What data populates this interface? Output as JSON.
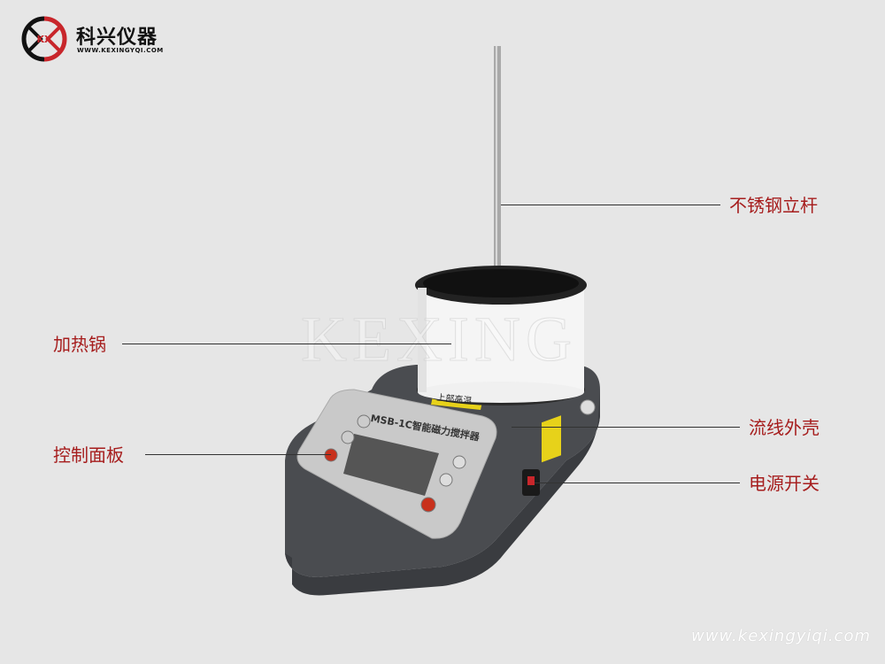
{
  "brand": {
    "logo_letters": "KX",
    "name": "科兴仪器",
    "url": "WWW.KEXINGYQI.COM"
  },
  "product": {
    "model_label": "MSB-1C智能磁力搅拌器",
    "warning_sticker": "上部高温",
    "watermark": "KEXING"
  },
  "callouts": [
    {
      "label": "不锈钢立杆"
    },
    {
      "label": "加热锅"
    },
    {
      "label": "流线外壳"
    },
    {
      "label": "控制面板"
    },
    {
      "label": "电源开关"
    }
  ],
  "footer": {
    "url": "www.kexingyiqi.com"
  },
  "colors": {
    "background": "#e6e6e6",
    "label": "#a61d1d",
    "logo_red": "#c8262b"
  }
}
